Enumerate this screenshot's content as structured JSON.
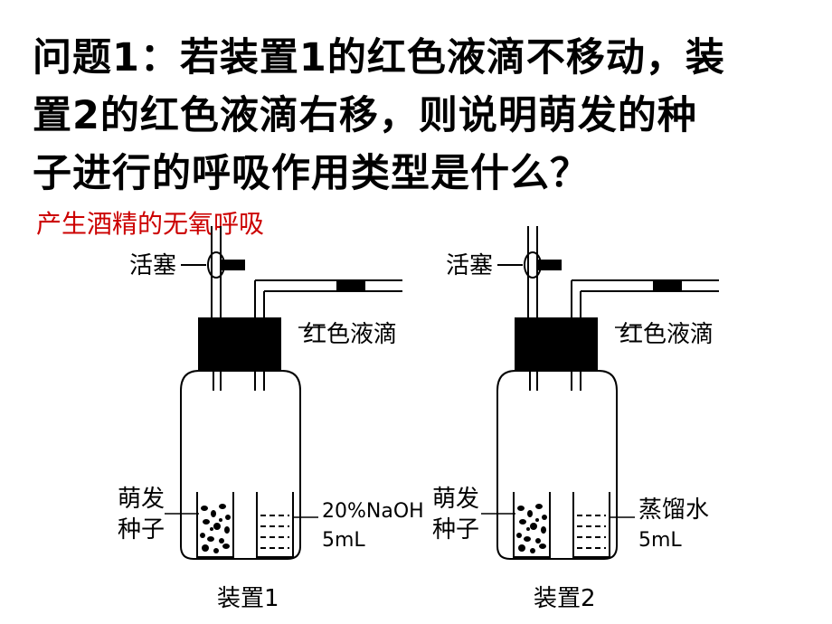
{
  "question": {
    "line1": "问题1：若装置1的红色液滴不移动，装",
    "line2": "置2的红色液滴右移，则说明萌发的种",
    "line3": "子进行的呼吸作用类型是什么？"
  },
  "answer": "产生酒精的无氧呼吸",
  "device1": {
    "valve_label": "活塞",
    "droplet_label": "红色液滴",
    "seed_label_line1": "萌发",
    "seed_label_line2": "种子",
    "solution_line1": "20%NaOH",
    "solution_line2": "5mL",
    "caption": "装置1"
  },
  "device2": {
    "valve_label": "活塞",
    "droplet_label": "红色液滴",
    "seed_label_line1": "萌发",
    "seed_label_line2": "种子",
    "solution_line1": "蒸馏水",
    "solution_line2": "5mL",
    "caption": "装置2"
  }
}
